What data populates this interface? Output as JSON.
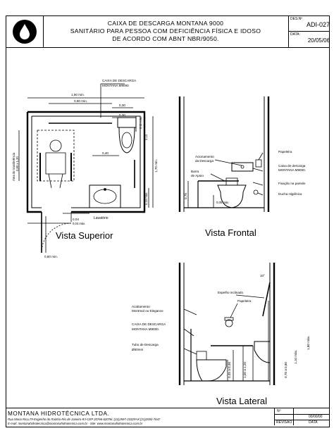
{
  "header": {
    "title_lines": [
      "CAIXA DE DESCARGA MONTANA 9000",
      "SANITÁRIO PARA PESSOA COM DEFICIÊNCIA FÍSICA E IDOSO",
      "DE ACORDO COM ABNT NBR/9050."
    ],
    "des_label": "DES.Nº",
    "des_value": "ADI-027",
    "date_label": "DATA:",
    "date_value": "20/05/06"
  },
  "views": {
    "superior": "Vista Superior",
    "frontal": "Vista Frontal",
    "lateral": "Vista Lateral"
  },
  "superior": {
    "caixa_line1": "CAIXA DE DESCARGA",
    "caixa_line2": "MONTANA M9000",
    "dim_150": "1,50 min.",
    "dim_080a": "0,80 min.",
    "dim_030a": "0,30",
    "dim_030b": "0,30",
    "dim_011": "0,11 máx.",
    "dim_040": "0,40",
    "dim_010": "0,10",
    "dim_170": "1,70 min.",
    "dim_015": "0,15 máx.",
    "dim_004a": "0,04",
    "dim_004b": "0,04 máx.",
    "area_line1": "Área de transferência",
    "area_line2": "0,80 x 1,20",
    "lavatorio": "Lavatório",
    "dim_080b": "0,80 min."
  },
  "frontal": {
    "acionamento_1": "Acionamento",
    "acionamento_2": "da Descarga",
    "barra_1": "Barra",
    "barra_2": "de Apoio",
    "papeleira": "Papeleira",
    "caixa_1": "Caixa de descarga",
    "caixa_2": "MONTANA M9000.",
    "fixacao": "Fixação na parede.",
    "ducha": "Ducha Higiênica",
    "dim_075": "0,75",
    "dim_005": "0,05 máx."
  },
  "lateral": {
    "angle": "10°",
    "espelho": "Espelho inclinado",
    "papeleira": "Papeleira",
    "acab_1": "Acabamento",
    "acab_2": "Montreal ou Elegance",
    "caixa_1": "CAIXA DE DESCARGA",
    "caixa_2": "MONTANA M9000.",
    "tubo_1": "Tubo de Descarga",
    "tubo_2": "Ø50mm",
    "dim_180": "1,80 máx.",
    "dim_110": "1,10 máx.",
    "dim_100": "1,00 a 1,20",
    "dim_078": "0,78 a 0,80",
    "dim_045": "0,45 a 0,46"
  },
  "footer": {
    "company": "MONTANA HIDROTÉCNICA LTDA.",
    "address": "Rua Maria Rica,79-Engenho do Rainho-Rio de Janeiro-RJ-CEP 20766-620Tel.:(21)2597-2332FAX:(21)2593-7647",
    "email": "E-mail: montanahidrotecnica@montanahidrotecnica.com.br - Site: www.montanahidrotecnica.com.br",
    "no_label": "Nº",
    "no_value": "00/00/00",
    "revisao_label": "REVISÃO",
    "data_label": "DATA"
  }
}
